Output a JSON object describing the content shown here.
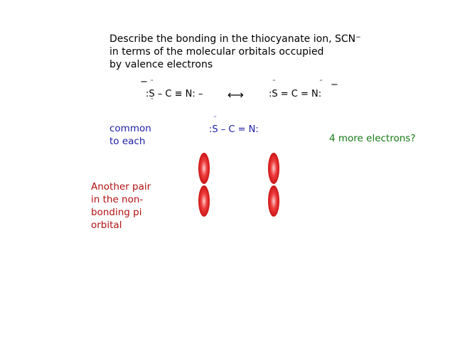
{
  "question": {
    "line1": "Describe the bonding in the thiocyanate ion, SCN",
    "line1_sup": "−",
    "line2": "in terms of the molecular orbitals occupied",
    "line3": "by valence electrons"
  },
  "resonance": {
    "left": {
      "charge": "−",
      "lone_pair_dots": "¨",
      "formula": ":S – C ≡ N: –"
    },
    "arrow": "⟷",
    "right": {
      "formula": ":S = C = N:",
      "charge": "−"
    }
  },
  "common": {
    "label_line1": "common",
    "label_line2": "to each",
    "formula": ":S – C = N:"
  },
  "more_electrons": "4 more electrons?",
  "annotation": {
    "line1": "Another pair",
    "line2": "in the non-",
    "line3": "bonding pi",
    "line4": "orbital"
  },
  "colors": {
    "blue": "#1c1ca8",
    "green": "#157a15",
    "red": "#b01010",
    "orbital": "#d01515"
  }
}
